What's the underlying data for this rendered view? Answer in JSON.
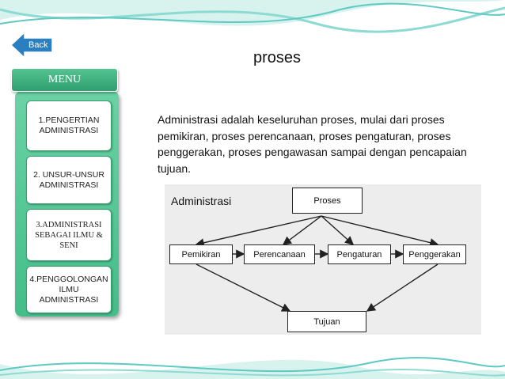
{
  "page": {
    "back_label": "Back",
    "title": "proses"
  },
  "menu": {
    "header": "MENU",
    "items": [
      {
        "label": "1.PENGERTIAN ADMINISTRASI"
      },
      {
        "label": "2. UNSUR-UNSUR ADMINISTRASI"
      },
      {
        "label": "3.ADMINISTRASI SEBAGAI ILMU & SENI"
      },
      {
        "label": "4.PENGGOLONGAN ILMU ADMINISTRASI"
      }
    ]
  },
  "content": {
    "paragraph": "Administrasi adalah keseluruhan proses, mulai dari proses pemikiran, proses perencanaan, proses pengaturan, proses penggerakan, proses pengawasan sampai dengan pencapaian tujuan."
  },
  "diagram": {
    "label": "Administrasi",
    "root": "Proses",
    "steps": [
      "Pemikiran",
      "Perencanaan",
      "Pengaturan",
      "Penggerakan"
    ],
    "goal": "Tujuan"
  },
  "colors": {
    "menu_green": "#44bd8a",
    "back_blue": "#2a7fc0",
    "ribbon_teal": "#5fc9c4"
  }
}
